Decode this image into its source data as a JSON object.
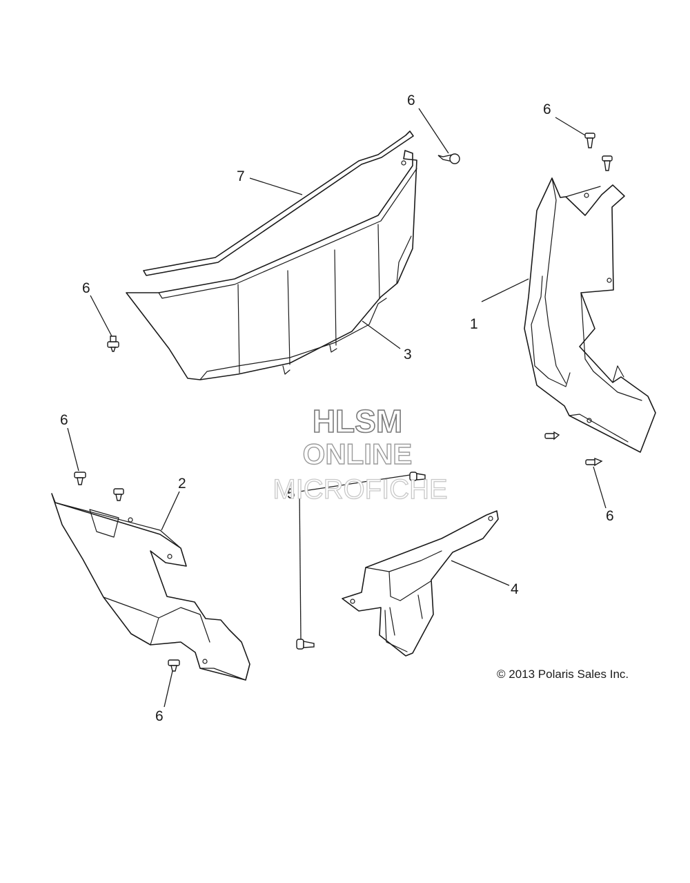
{
  "callouts": {
    "c1": "1",
    "c2": "2",
    "c3": "3",
    "c4": "4",
    "c5": "5",
    "c6a": "6",
    "c6b": "6",
    "c6c": "6",
    "c6d": "6",
    "c6e": "6",
    "c6f": "6",
    "c7": "7"
  },
  "watermark": {
    "line1": "HLSM",
    "line2": "ONLINE",
    "line3": "MICROFICHE"
  },
  "copyright": "© 2013 Polaris Sales Inc."
}
